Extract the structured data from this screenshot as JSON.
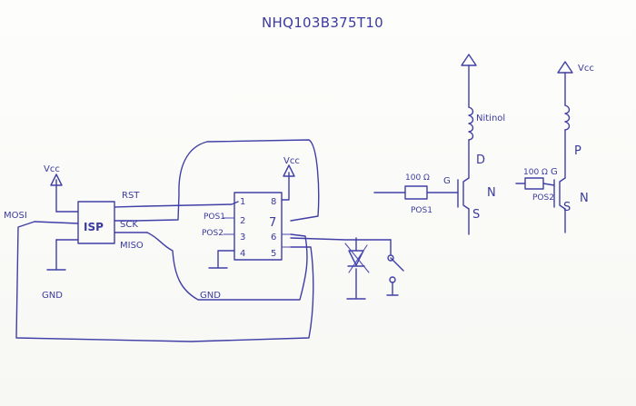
{
  "title": "NHQ103B375T10",
  "isp": {
    "label": "ISP",
    "vcc": "Vcc",
    "gnd": "GND",
    "mosi": "MOSI",
    "rst": "RST",
    "sck": "SCK",
    "miso": "MISO"
  },
  "mcu": {
    "pins": [
      "1",
      "2",
      "3",
      "4",
      "5",
      "6",
      "7",
      "8"
    ],
    "pos1": "POS1",
    "pos2": "POS2",
    "gnd": "GND",
    "vcc": "Vcc"
  },
  "nmos": {
    "resistor": "100 Ω",
    "gate": "G",
    "drain": "D",
    "source": "S",
    "type": "N",
    "pos": "POS1",
    "load": "Nitinol"
  },
  "pmos": {
    "vcc": "Vcc",
    "resistor": "100 Ω",
    "gate": "G",
    "type_p": "P",
    "type_n": "N",
    "source": "S",
    "pos": "POS2"
  }
}
